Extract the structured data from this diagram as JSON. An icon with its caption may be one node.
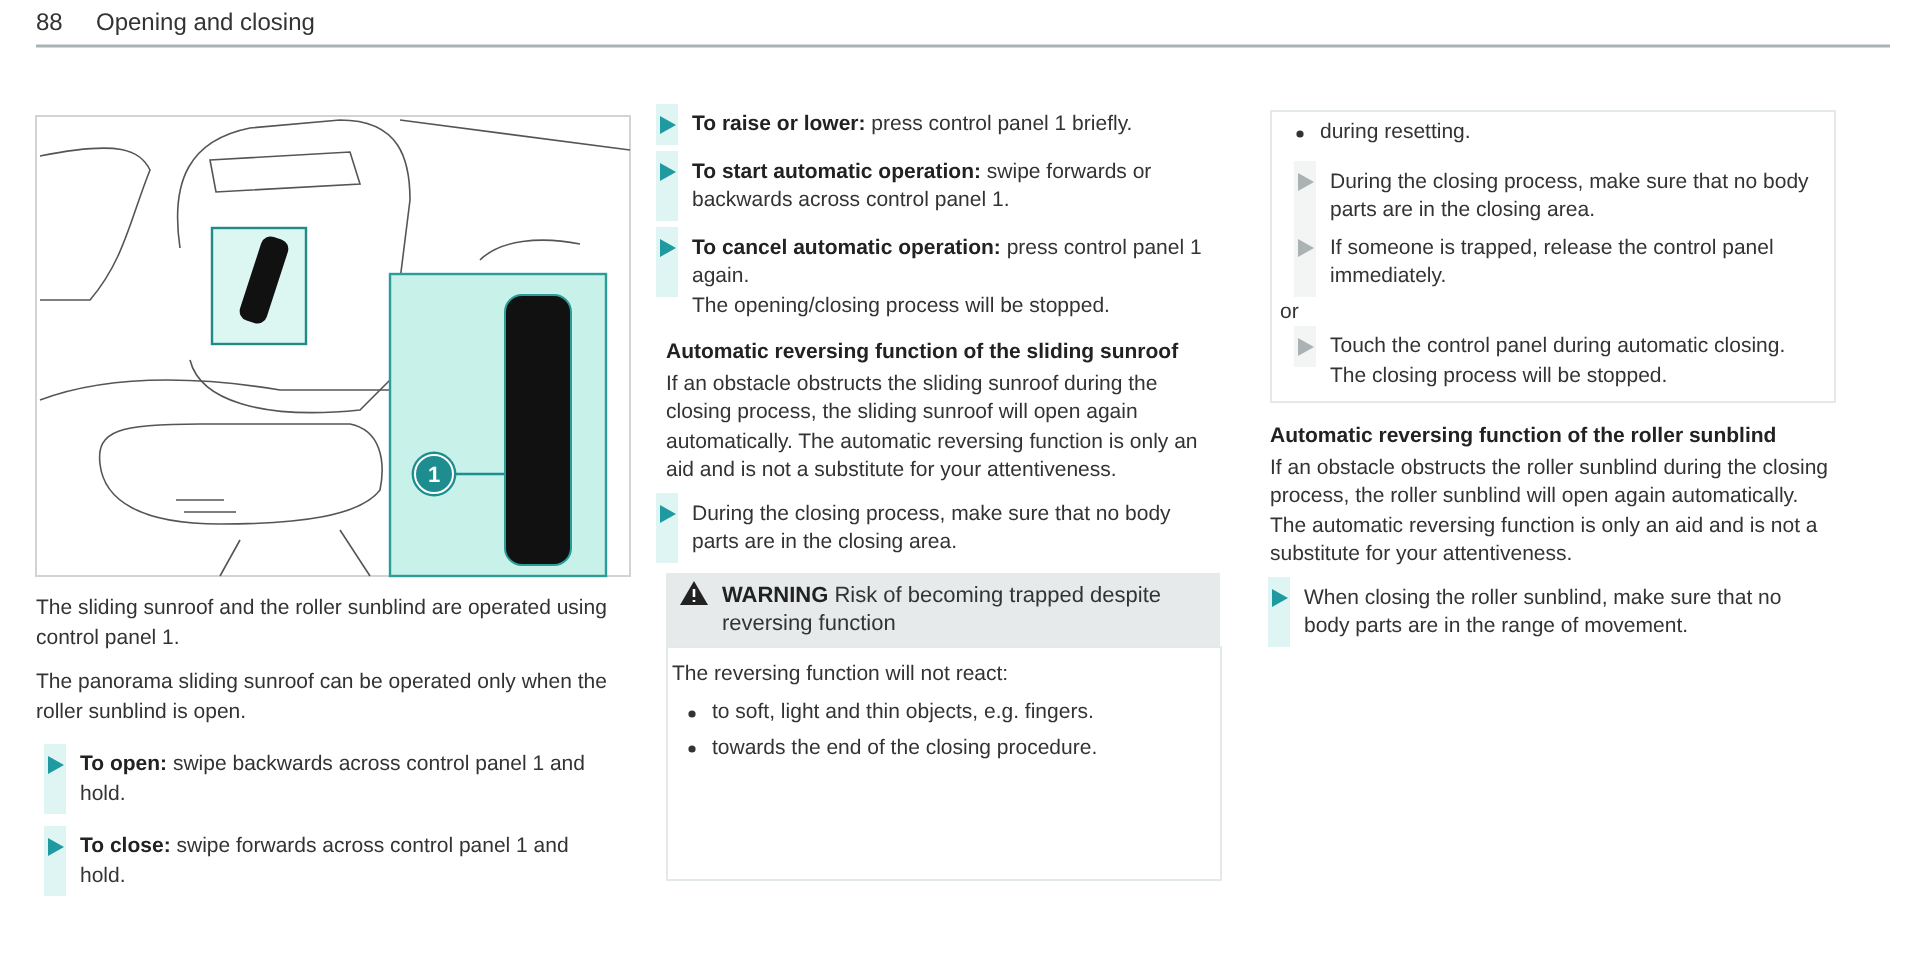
{
  "diagram": {
    "nodes": [
      {
        "text": [
          "1"
        ]
      },
      {
        "text": [],
        "shape": "box"
      }
    ],
    "edges": [
      {
        "from": 0,
        "to": 1,
        "arrow": "none"
      }
    ],
    "labels": [
      "88",
      "Opening and closing",
      "The sliding sunroof and the roller sunblind are operated using control panel 1.",
      "The panorama sliding sunroof can be operated only when the roller sunblind is open.",
      "**To open:** swipe backwards across control panel 1 and hold.",
      "**To close:** swipe forwards across control panel 1 and hold.",
      "**To raise or lower:** press control panel 1 briefly.",
      "**To start automatic operation:** swipe forwards or backwards across control panel 1.",
      "**To cancel automatic operation:** press control panel 1 again.",
      "The opening/closing process will be stopped.",
      "Automatic reversing function of the sliding sunroof",
      "If an obstacle obstructs the sliding sunroof during the closing process, the sliding sunroof will open again automatically. The automatic reversing function is only an aid and is not a substitute for your attentiveness.",
      "During the closing process, make sure that no body parts are in the closing area.",
      "**WARNING** Risk of becoming trapped despite reversing function",
      "The reversing function will not react:",
      "to soft, light and thin objects, e.g. fingers.",
      "towards the end of the closing procedure.",
      "during resetting.",
      "During the closing process, make sure that no body parts are in the closing area.",
      "If someone is trapped, release the control panel immediately.",
      "or",
      "Touch the control panel during automatic closing.",
      "The closing process will be stopped.",
      "Automatic reversing function of the roller sunblind",
      "If an obstacle obstructs the roller sunblind during the closing process, the roller sunblind will open again automatically. The automatic reversing function is only an aid and is not a substitute for your attentiveness.",
      "When closing the roller sunblind, make sure that no body parts are in the range of movement."
    ]
  }
}
